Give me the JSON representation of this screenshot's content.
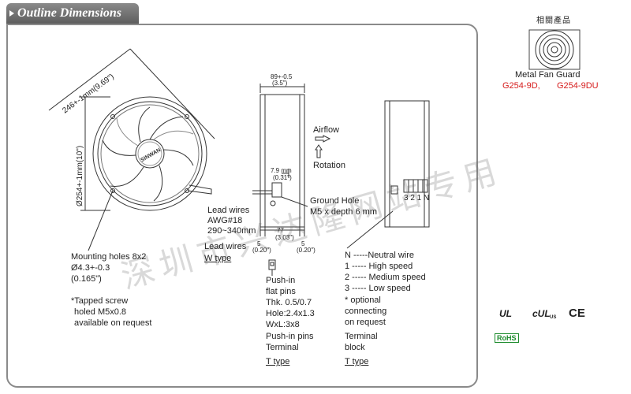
{
  "header": {
    "title": "Outline Dimensions"
  },
  "dimensions": {
    "diagonal": "246+-1mm(9.69\")",
    "diameter": "Ø254+-1mm(10\")",
    "brand": "SINWAN",
    "depth_top": "89+-0.5",
    "depth_top_in": "(3.5\")",
    "lead_offset": "7.9 mm",
    "lead_offset_in": "(0.31\")",
    "inner_span": "77",
    "inner_span_in": "(3.03\")",
    "edge_left": "5",
    "edge_left_in": "(0.20\")",
    "edge_right": "5",
    "edge_right_in": "(0.20\")"
  },
  "airflow": {
    "airflow_label": "Airflow",
    "rotation_label": "Rotation"
  },
  "ground": {
    "line1": "Ground Hole",
    "line2": "M5 x depth 6 mm"
  },
  "lead": {
    "line1": "Lead wires",
    "line2": "AWG#18",
    "line3": "290~340mm",
    "w_label": "Lead wires",
    "w_type": "W type"
  },
  "mounting": {
    "line1": "Mounting holes 8x2",
    "line2": "Ø4.3+-0.3",
    "line3": "(0.165\")"
  },
  "tapped": {
    "line1": "*Tapped screw",
    "line2": "holed M5x0.8",
    "line3": "available on request"
  },
  "pins": {
    "line1": "Push-in",
    "line2": "flat pins",
    "line3": "Thk. 0.5/0.7",
    "line4": "Hole:2.4x1.3",
    "line5": "WxL:3x8",
    "line6": "Push-in pins",
    "line7": "Terminal",
    "type": "T type"
  },
  "terminal": {
    "label_text": "3 2 1 N",
    "neutral": "N -----Neutral wire",
    "high": "1 ----- High speed",
    "medium": "2 ----- Medium speed",
    "low": "3 ----- Low speed",
    "optional1": "* optional",
    "optional2": "connecting",
    "optional3": "on request",
    "block1": "Terminal",
    "block2": "block",
    "type": "T type"
  },
  "related": {
    "title": "相關產品",
    "name": "Metal Fan Guard",
    "model1": "G254-9D,",
    "model2": "G254-9DU"
  },
  "certs": {
    "ul": "UL",
    "cul": "cUL",
    "us": "US",
    "ce": "CE",
    "rohs": "RoHS"
  },
  "watermark": "深圳市兴达隆网站专用"
}
